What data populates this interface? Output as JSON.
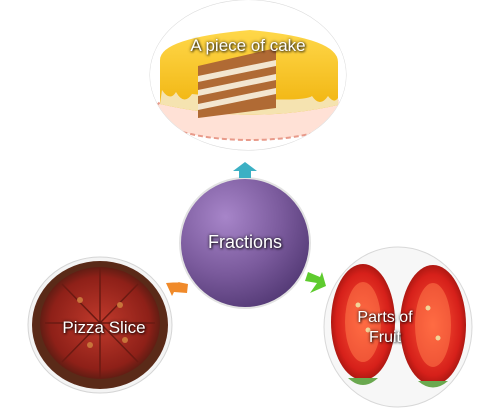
{
  "center": {
    "label": "Fractions"
  },
  "nodes": {
    "top": {
      "label": "A piece of cake"
    },
    "left": {
      "label": "Pizza Slice"
    },
    "right": {
      "label": "Parts of\nFruit"
    }
  },
  "colors": {
    "center": "#7a5a9c",
    "arrow_top": "#3cb0c4",
    "arrow_left": "#f08a2a",
    "arrow_right": "#5ecb2e",
    "cake_icing": "#f3c21a",
    "pizza_red": "#a02a22",
    "fruit_red": "#d6201a"
  }
}
